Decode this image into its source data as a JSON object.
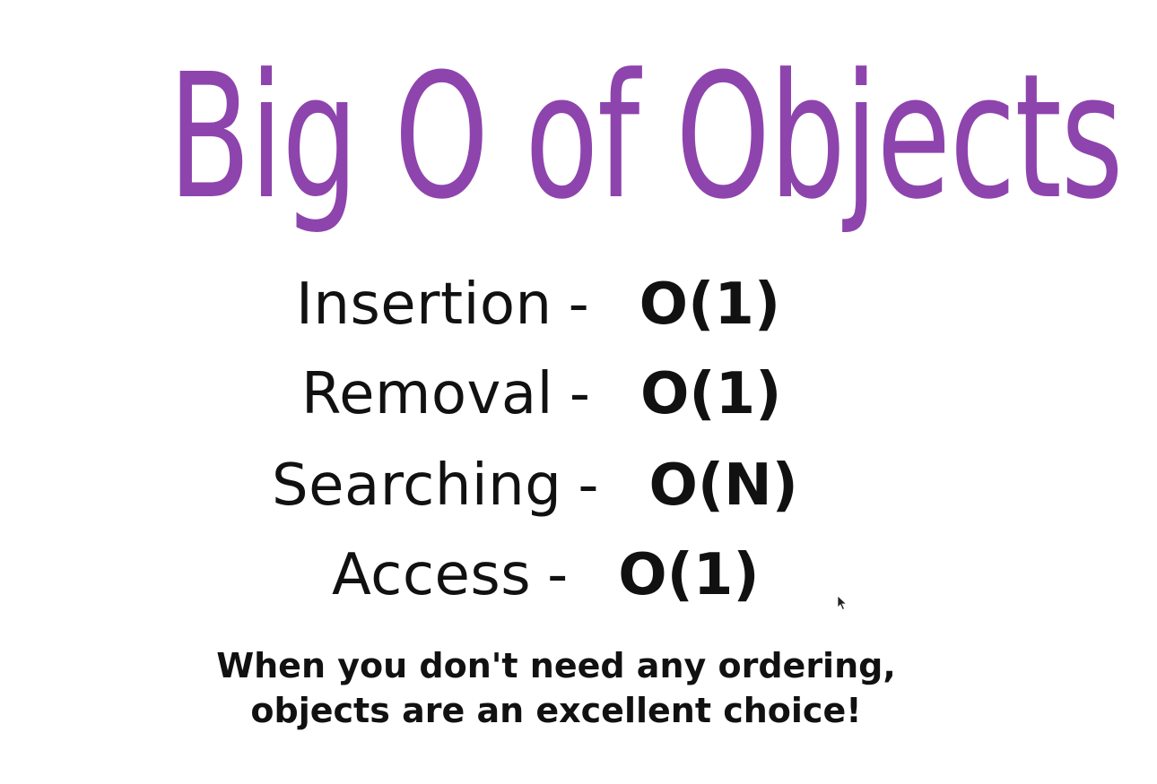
{
  "slide": {
    "title": "Big O of Objects",
    "title_color": "#8e44ad",
    "operations": [
      {
        "name": "Insertion",
        "separator": "-",
        "complexity": "O(1)"
      },
      {
        "name": "Removal",
        "separator": "-",
        "complexity": "O(1)"
      },
      {
        "name": "Searching",
        "separator": "-",
        "complexity": "O(N)"
      },
      {
        "name": "Access",
        "separator": "-",
        "complexity": "O(1)"
      }
    ],
    "note_line1": "When you don't need any ordering,",
    "note_line2": "objects are an excellent choice!",
    "cursor_icon": "mouse-pointer-icon"
  }
}
